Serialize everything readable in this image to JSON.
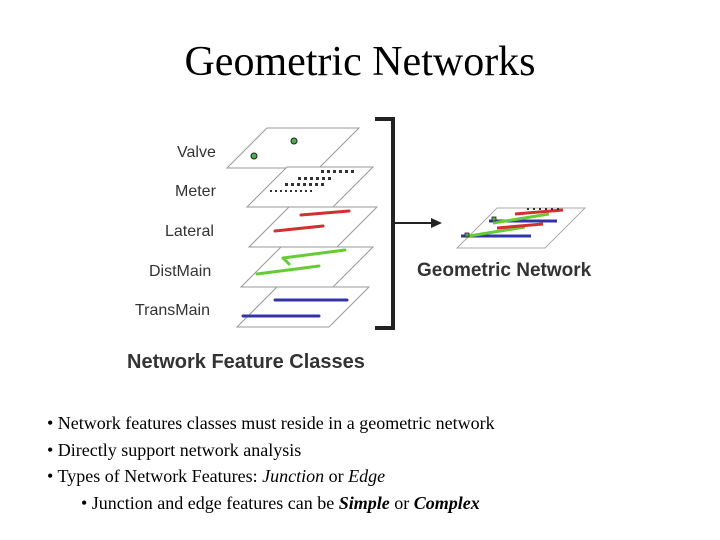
{
  "title": "Geometric Networks",
  "figure": {
    "layers": [
      {
        "label": "Valve"
      },
      {
        "label": "Meter"
      },
      {
        "label": "Lateral"
      },
      {
        "label": "DistMain"
      },
      {
        "label": "TransMain"
      }
    ],
    "caption": "Network Feature Classes",
    "result_label": "Geometric Network",
    "colors": {
      "valve": "#4caf50",
      "meter": "#333333",
      "lateral": "#d32f2f",
      "distmain": "#66cc33",
      "transmain": "#3333aa"
    }
  },
  "bullets": {
    "b1": "• Network features classes must reside in a geometric network",
    "b2": "• Directly support network analysis",
    "b3_prefix": "• Types of Network Features: ",
    "b3_junction": "Junction",
    "b3_or": " or ",
    "b3_edge": "Edge",
    "b4_prefix": "• Junction and edge features can be ",
    "b4_simple": "Simple",
    "b4_or": " or ",
    "b4_complex": "Complex"
  }
}
